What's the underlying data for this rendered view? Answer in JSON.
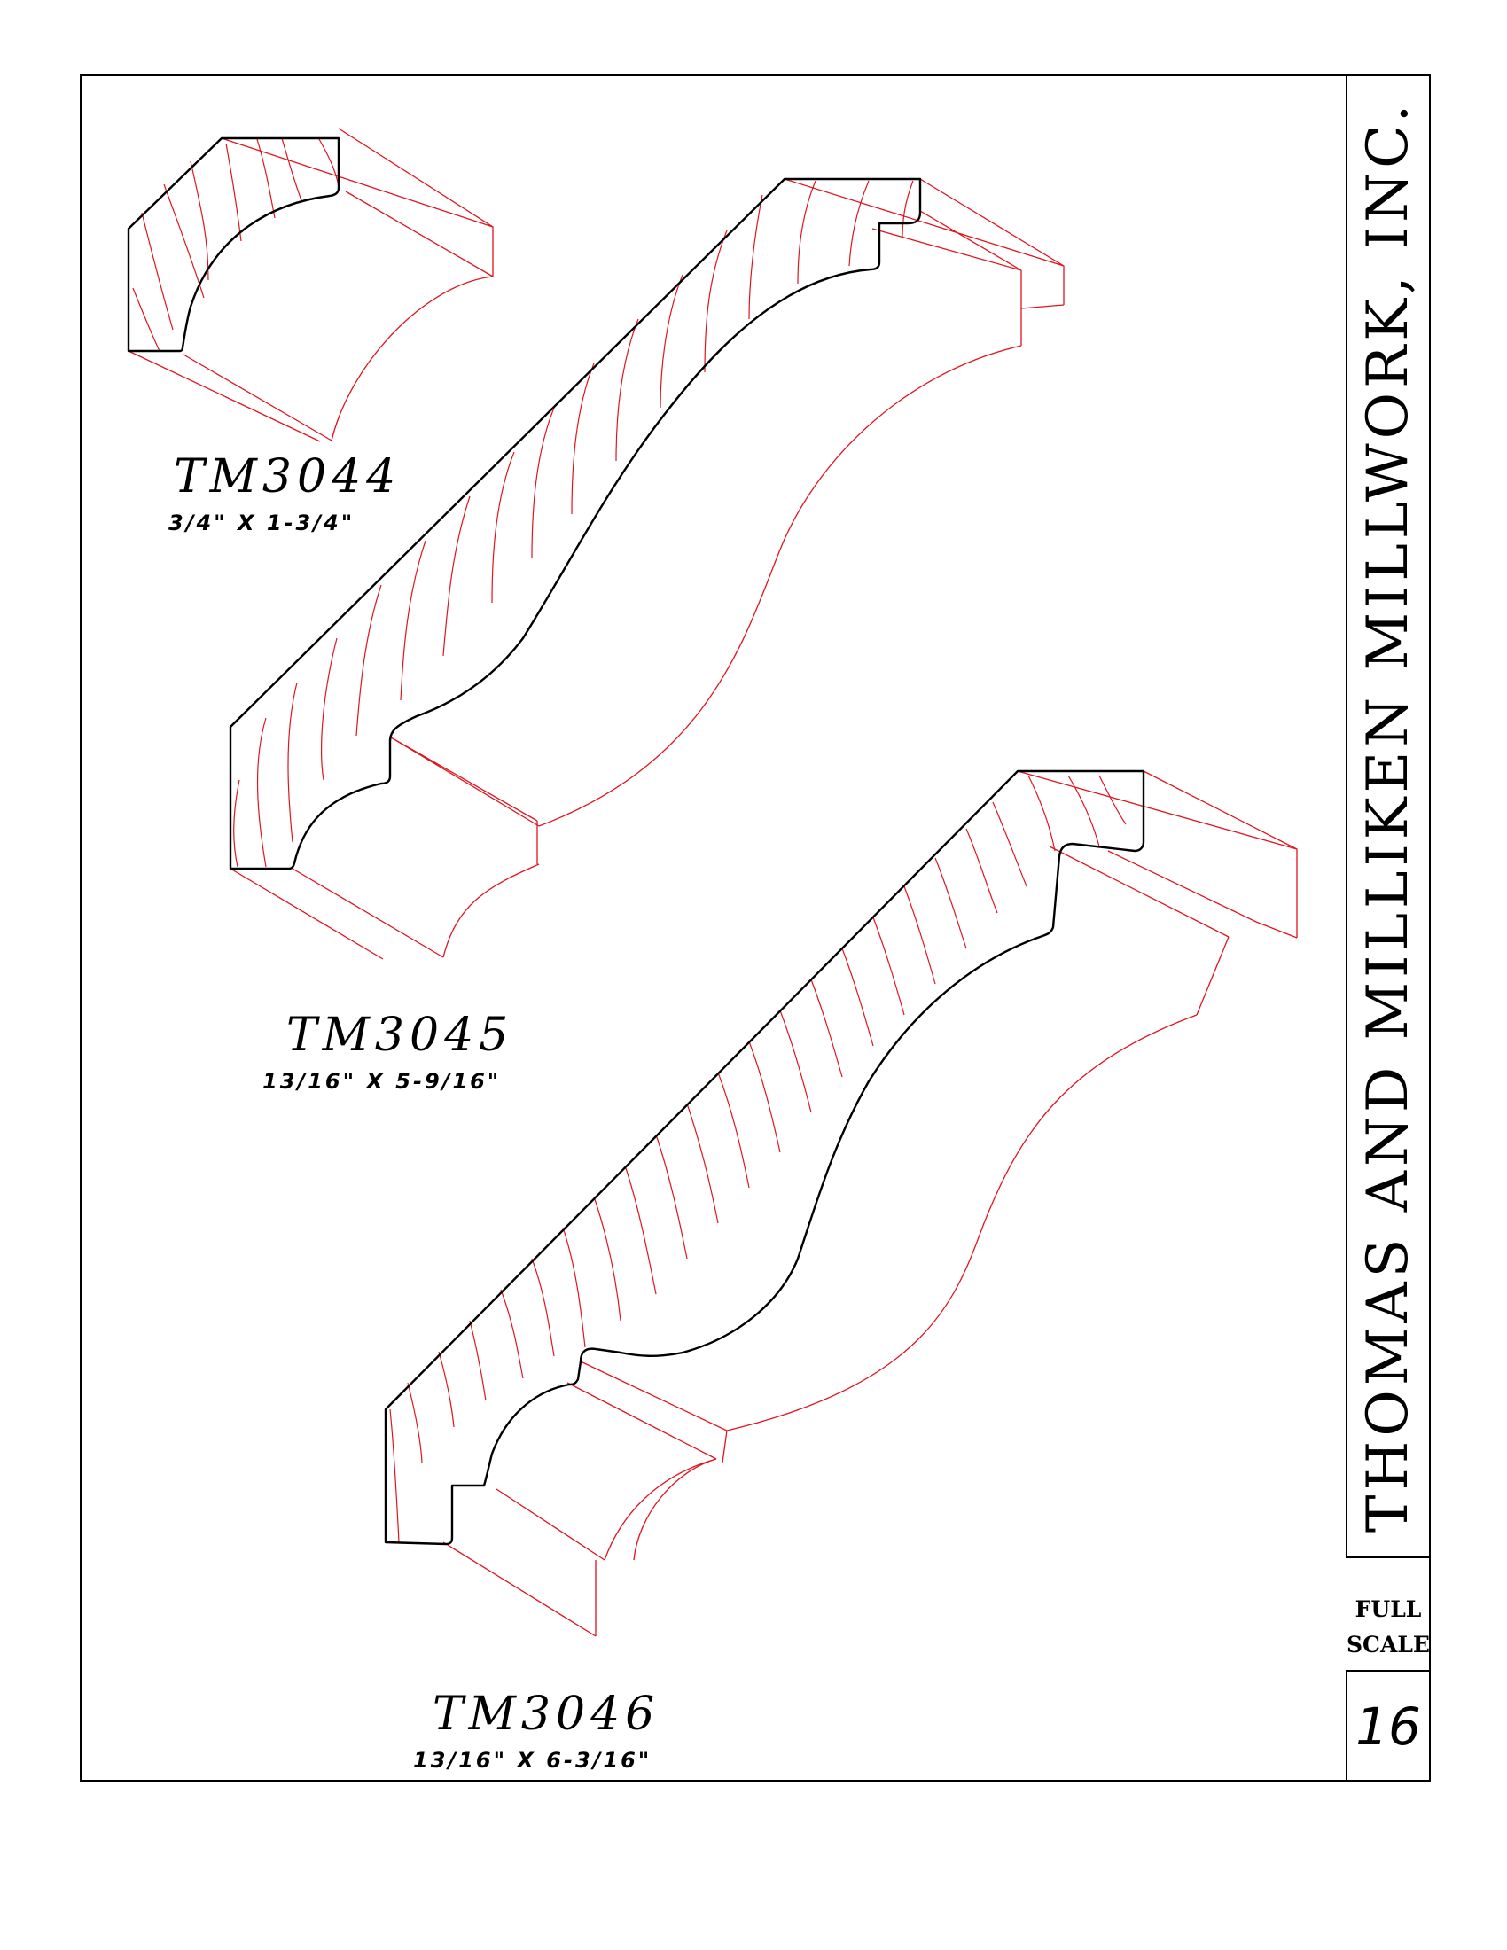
{
  "company": "THOMAS AND MILLIKEN MILLWORK, INC.",
  "scale": {
    "line1": "FULL",
    "line2": "SCALE"
  },
  "page_number": "16",
  "profiles": [
    {
      "model": "TM3044",
      "dimensions": "3/4\"  X 1-3/4\""
    },
    {
      "model": "TM3045",
      "dimensions": "13/16\"  X 5-9/16\""
    },
    {
      "model": "TM3046",
      "dimensions": "13/16\"  X 6-3/16\""
    }
  ],
  "colors": {
    "outline": "#000000",
    "edges": "#e0141e"
  }
}
